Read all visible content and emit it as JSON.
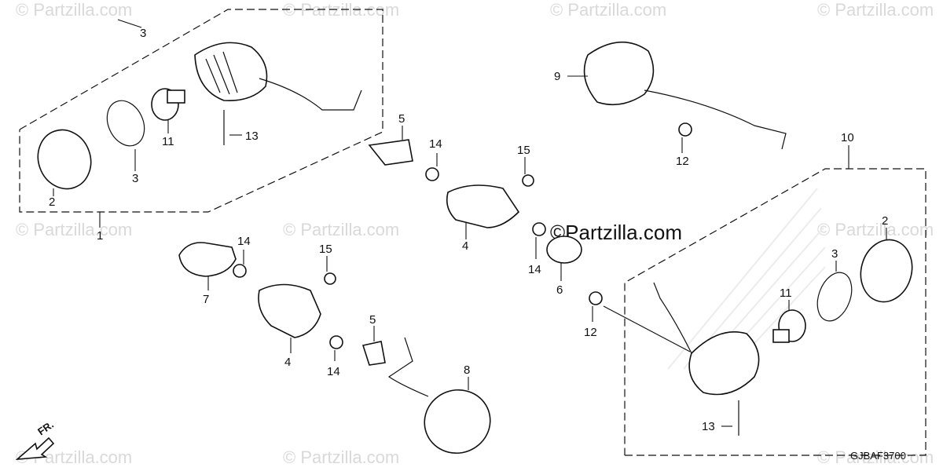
{
  "watermark": {
    "text": "© Partzilla.com",
    "main_text": "©Partzilla.com"
  },
  "diagram_code": "GJBAF3700",
  "direction_label": "FR.",
  "callouts": {
    "c1": "1",
    "c2a": "2",
    "c3a": "3",
    "c11a": "11",
    "c13a": "13",
    "c5a": "5",
    "c14a": "14",
    "c15a": "15",
    "c4a": "4",
    "c9": "9",
    "c12a": "12",
    "c10": "10",
    "c2b": "2",
    "c3b": "3",
    "c11b": "11",
    "c14b": "14",
    "c6": "6",
    "c12b": "12",
    "c13b": "13",
    "c7": "7",
    "c14c": "14",
    "c15b": "15",
    "c4b": "4",
    "c5b": "5",
    "c14d": "14",
    "c8": "8"
  }
}
